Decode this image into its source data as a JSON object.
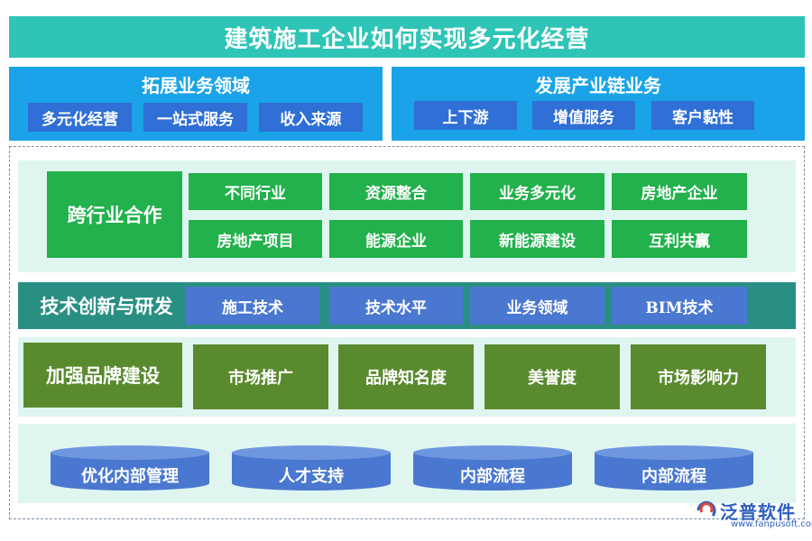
{
  "title": "建筑施工企业如何实现多元化经营",
  "panels": {
    "left": {
      "heading": "拓展业务领域",
      "items": [
        "多元化经营",
        "一站式服务",
        "收入来源"
      ]
    },
    "right": {
      "heading": "发展产业链业务",
      "items": [
        "上下游",
        "增值服务",
        "客户黏性"
      ]
    }
  },
  "cross_industry": {
    "heading": "跨行业合作",
    "items": [
      "不同行业",
      "资源整合",
      "业务多元化",
      "房地产企业",
      "房地产项目",
      "能源企业",
      "新能源建设",
      "互利共赢"
    ]
  },
  "tech": {
    "heading": "技术创新与研发",
    "items": [
      "施工技术",
      "技术水平",
      "业务领域",
      "BIM技术"
    ]
  },
  "brand": {
    "heading": "加强品牌建设",
    "items": [
      "市场推广",
      "品牌知名度",
      "美誉度",
      "市场影响力"
    ]
  },
  "internal": {
    "items": [
      "优化内部管理",
      "人才支持",
      "内部流程",
      "内部流程"
    ]
  },
  "watermark": {
    "brand": "泛普软件",
    "url": "www.fanpusoft.com"
  },
  "colors": {
    "title": "#2ec4b6",
    "top_panel": "#1aa3e8",
    "blue_chip": "#2f6fd6",
    "green": "#22b14c",
    "teal_band": "#2a8f83",
    "tech_chip": "#4a78d0",
    "olive": "#5a8a2e",
    "row_bg": "#dff5f0"
  }
}
